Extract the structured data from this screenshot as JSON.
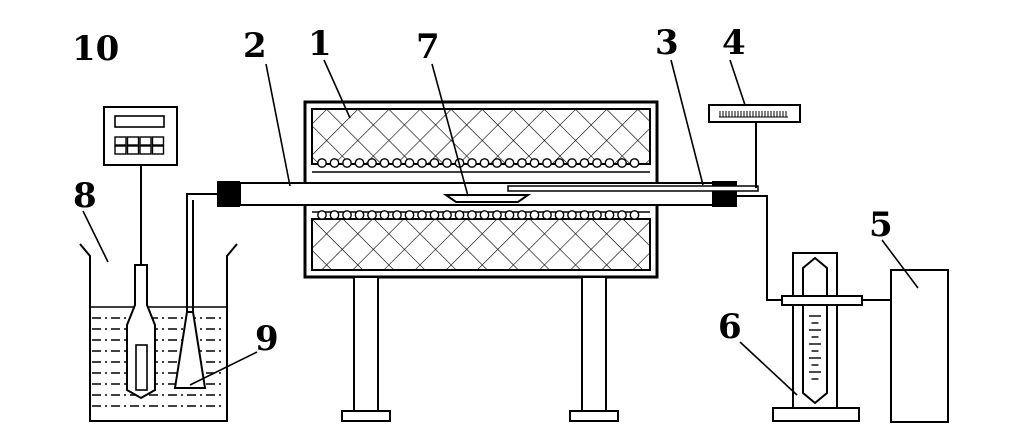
{
  "labels": {
    "furnace": "1",
    "quartz_tube": "2",
    "thermocouple": "3",
    "temp_display": "4",
    "gas_cylinder": "5",
    "flowmeter": "6",
    "sample_boat": "7",
    "beaker": "8",
    "bubbler_flask": "9",
    "ph_meter": "10"
  }
}
